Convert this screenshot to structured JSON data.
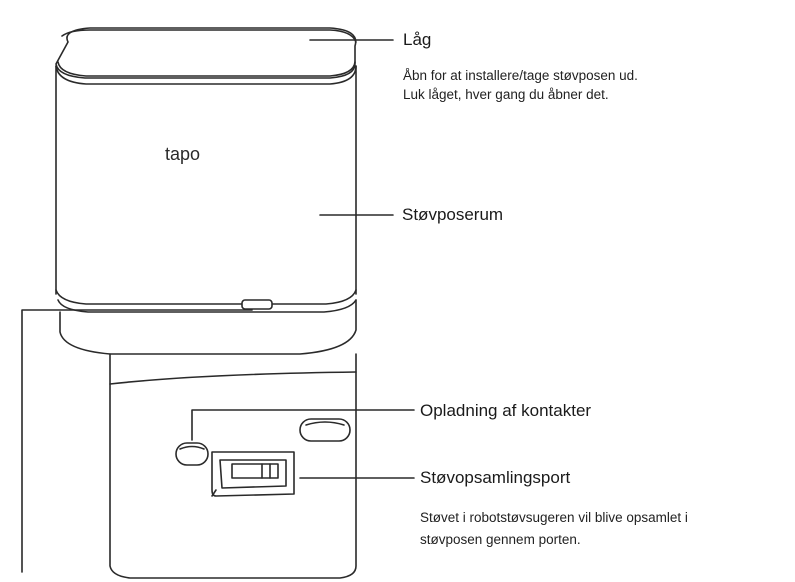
{
  "device": {
    "logo_text": "tapo"
  },
  "callouts": {
    "lid": {
      "title": "Låg",
      "description": [
        "Åbn for at installere/tage støvposen ud.",
        "Luk låget, hver gang du åbner det."
      ]
    },
    "dust_bag_chamber": {
      "title": "Støvposerum"
    },
    "charging_contacts": {
      "title": "Opladning af kontakter"
    },
    "dust_collection_port": {
      "title": "Støvopsamlingsport",
      "description": [
        "Støvet i robotstøvsugeren vil blive opsamlet i",
        "støvposen gennem porten."
      ]
    }
  }
}
